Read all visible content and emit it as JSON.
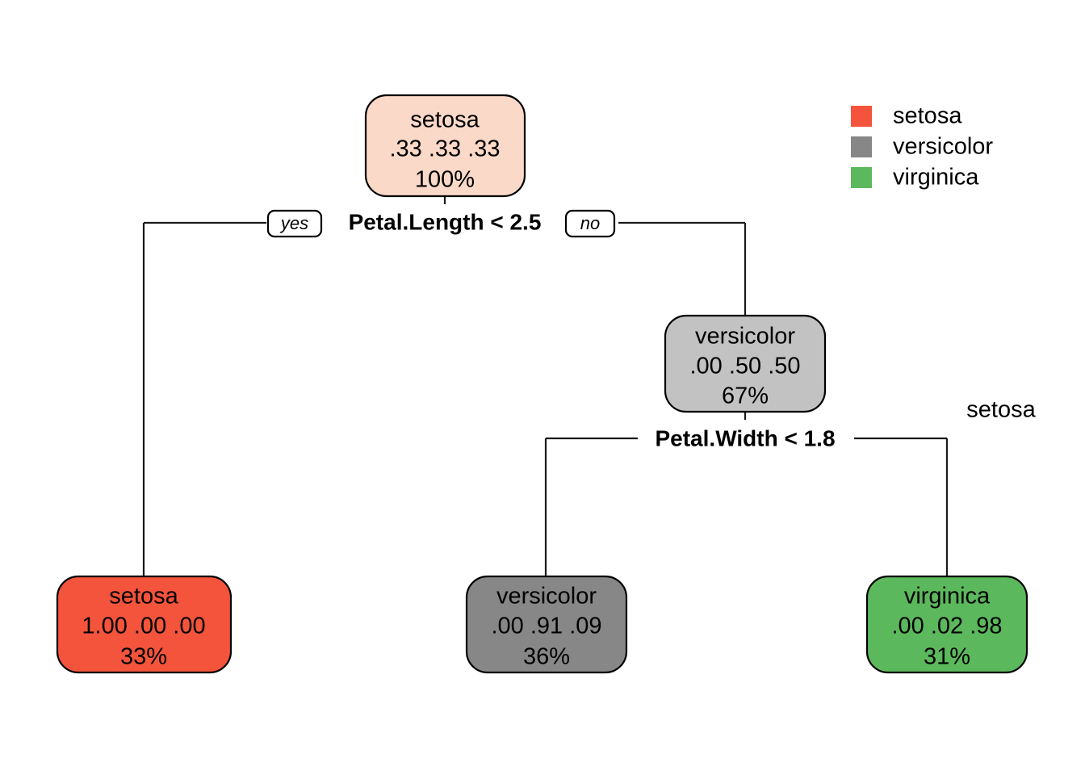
{
  "chart_data": {
    "type": "diagram",
    "diagram_kind": "decision-tree",
    "title": "",
    "dataset_classes": [
      "setosa",
      "versicolor",
      "virginica"
    ],
    "legend": {
      "position": "top-right",
      "entries": [
        {
          "label": "setosa",
          "color": "#f4543c"
        },
        {
          "label": "versicolor",
          "color": "#878787"
        },
        {
          "label": "virginica",
          "color": "#5cb85c"
        }
      ]
    },
    "branch_labels": {
      "yes": "yes",
      "no": "no"
    },
    "splits": [
      {
        "id": "split-1",
        "text": "Petal.Length < 2.5",
        "variable": "Petal.Length",
        "operator": "<",
        "threshold": 2.5
      },
      {
        "id": "split-2",
        "text": "Petal.Width < 1.8",
        "variable": "Petal.Width",
        "operator": "<",
        "threshold": 1.8
      }
    ],
    "nodes": [
      {
        "id": "node-root",
        "role": "root",
        "class_label": "setosa",
        "probabilities": ".33  .33  .33",
        "prob_values": [
          0.33,
          0.33,
          0.33
        ],
        "percent": "100%",
        "percent_value": 100,
        "fill": "#fbd9c8"
      },
      {
        "id": "node-internal-versicolor",
        "role": "internal",
        "class_label": "versicolor",
        "probabilities": ".00  .50  .50",
        "prob_values": [
          0.0,
          0.5,
          0.5
        ],
        "percent": "67%",
        "percent_value": 67,
        "fill": "#c2c2c2"
      },
      {
        "id": "node-leaf-setosa",
        "role": "leaf",
        "class_label": "setosa",
        "probabilities": "1.00  .00  .00",
        "prob_values": [
          1.0,
          0.0,
          0.0
        ],
        "percent": "33%",
        "percent_value": 33,
        "fill": "#f4543c"
      },
      {
        "id": "node-leaf-versicolor",
        "role": "leaf",
        "class_label": "versicolor",
        "probabilities": ".00  .91  .09",
        "prob_values": [
          0.0,
          0.91,
          0.09
        ],
        "percent": "36%",
        "percent_value": 36,
        "fill": "#878787"
      },
      {
        "id": "node-leaf-virginica",
        "role": "leaf",
        "class_label": "virginica",
        "probabilities": ".00  .02  .98",
        "prob_values": [
          0.0,
          0.02,
          0.98
        ],
        "percent": "31%",
        "percent_value": 31,
        "fill": "#5cb85c"
      }
    ],
    "annotations": [
      {
        "id": "stray-setosa",
        "text": "setosa"
      }
    ]
  }
}
